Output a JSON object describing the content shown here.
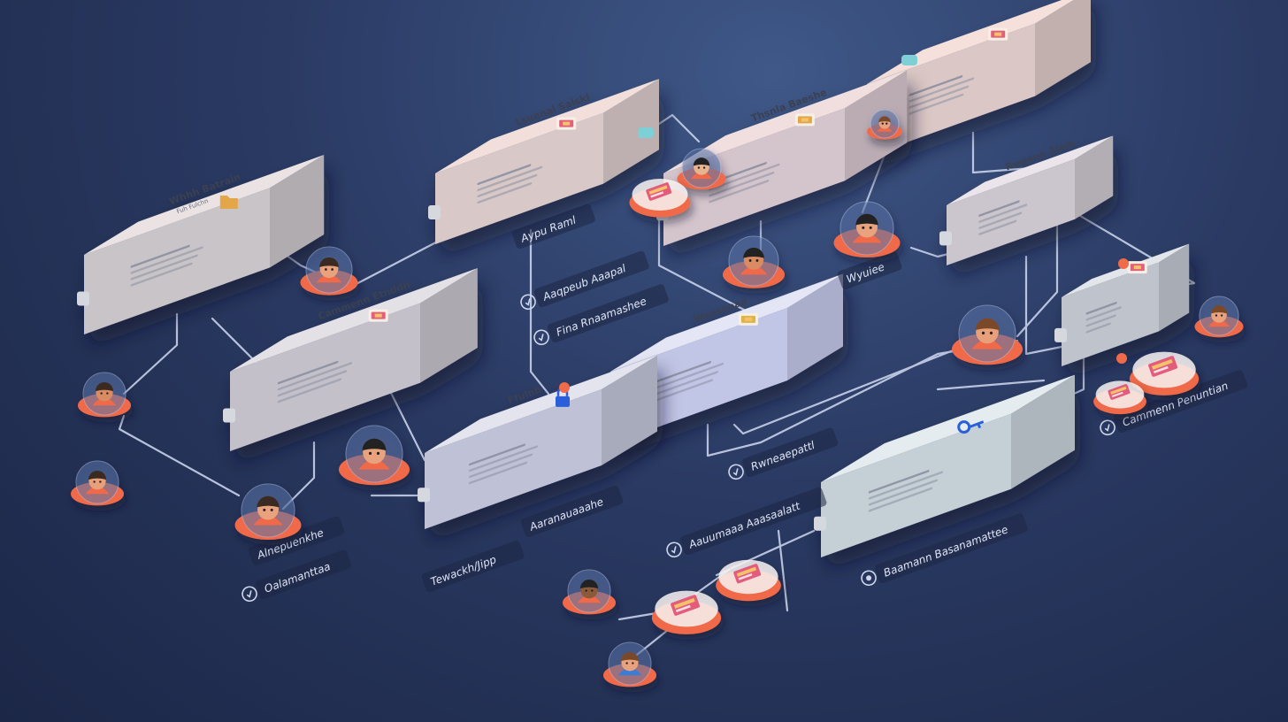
{
  "theme": {
    "background": "#26345a",
    "connector": "#c9d2ea",
    "accent": "#f06b4a",
    "box_side": "#9a9fae"
  },
  "nodes": [
    {
      "id": "n1",
      "title": "Whhh Batrain",
      "subtitle": "Fuh Fulchn",
      "top": "#ebe3e3",
      "front": "#c9c4c8",
      "icon": "folder-icon",
      "icon_color": "#e3a648"
    },
    {
      "id": "n2",
      "title": "Lsuanal Salskl",
      "subtitle": "",
      "top": "#f2dfdb",
      "front": "#d8c8c8",
      "icon": "package-icon",
      "icon_color": "#e3607a"
    },
    {
      "id": "n3",
      "title": "Thsnla Baeshe",
      "subtitle": "",
      "top": "#f1dfe0",
      "front": "#d4c4cc",
      "icon": "package-icon",
      "icon_color": "#e3a648"
    },
    {
      "id": "n4",
      "title": "",
      "subtitle": "",
      "top": "#f5e0dc",
      "front": "#dbc8c6",
      "icon": "package-icon",
      "icon_color": "#e3607a"
    },
    {
      "id": "n5",
      "title": "Cammenn Etnddh",
      "subtitle": "",
      "top": "#e4e1e6",
      "front": "#c3c0c9",
      "icon": "package-icon",
      "icon_color": "#e3607a"
    },
    {
      "id": "n6",
      "title": "Rwasue Alem",
      "subtitle": "",
      "top": "#ebe4ea",
      "front": "#cbc5cd",
      "icon": "",
      "icon_color": ""
    },
    {
      "id": "n7",
      "title": "Weesnoaa",
      "subtitle": "",
      "top": "#e4e5f5",
      "front": "#c2c6e6",
      "icon": "package-icon",
      "icon_color": "#e0b34a"
    },
    {
      "id": "n8",
      "title": "Ffulnh",
      "subtitle": "",
      "top": "#e3e4ee",
      "front": "#bfc2d6",
      "icon": "lock-icon",
      "icon_color": "#2b5fd9"
    },
    {
      "id": "n9",
      "title": "",
      "subtitle": "",
      "top": "#e2e5ea",
      "front": "#bfc4cc",
      "icon": "package-icon",
      "icon_color": "#e3607a"
    },
    {
      "id": "n10",
      "title": "",
      "subtitle": "",
      "top": "#e4ecef",
      "front": "#c4cfd6",
      "icon": "key-icon",
      "icon_color": "#2b5fd9"
    }
  ],
  "labels": [
    {
      "id": "l1",
      "text": "Aypu Raml",
      "icon": ""
    },
    {
      "id": "l2",
      "text": "Aaqpeub Aaapal",
      "icon": "check-icon"
    },
    {
      "id": "l3",
      "text": "Fina Rnaamashee",
      "icon": "check-icon"
    },
    {
      "id": "l4",
      "text": "Wyuiee",
      "icon": ""
    },
    {
      "id": "l5",
      "text": "Rwneaepattl",
      "icon": "link-icon"
    },
    {
      "id": "l6",
      "text": "Aaranauaaahe",
      "icon": ""
    },
    {
      "id": "l7",
      "text": "Tewackh/Jipp",
      "icon": ""
    },
    {
      "id": "l8",
      "text": "Alnepuenkhe",
      "icon": ""
    },
    {
      "id": "l9",
      "text": "Oalamanttaa",
      "icon": "check-icon"
    },
    {
      "id": "l10",
      "text": "Cammenn Penuntian",
      "icon": "check-icon"
    },
    {
      "id": "l11",
      "text": "Baamann Basanamattee",
      "icon": "gear-icon"
    },
    {
      "id": "l12",
      "text": "Aauumaaa Aaasaalatt",
      "icon": "check-icon"
    }
  ],
  "avatars": [
    {
      "id": "a1",
      "hair": "#3b2b22",
      "skin": "#e8a37e",
      "shirt": "#f06b4a"
    },
    {
      "id": "a2",
      "hair": "#3b2b22",
      "skin": "#d98c63",
      "shirt": "#f06b4a"
    },
    {
      "id": "a3",
      "hair": "#3b2b22",
      "skin": "#e7a07a",
      "shirt": "#f06b4a"
    },
    {
      "id": "a4",
      "hair": "#3b2b22",
      "skin": "#e8a37e",
      "shirt": "#f06b4a"
    },
    {
      "id": "a5",
      "hair": "#222222",
      "skin": "#e8a37e",
      "shirt": "#f06b4a"
    },
    {
      "id": "a6",
      "hair": "#222222",
      "skin": "#d98c63",
      "shirt": "#f06b4a"
    },
    {
      "id": "a7",
      "hair": "#222222",
      "skin": "#e8a37e",
      "shirt": "#f06b4a"
    },
    {
      "id": "a8",
      "hair": "#7a4a2a",
      "skin": "#e7a07a",
      "shirt": "#f06b4a"
    },
    {
      "id": "a9",
      "hair": "#222222",
      "skin": "#e8b48e",
      "shirt": "#f06b4a"
    },
    {
      "id": "a10",
      "hair": "#7a4a2a",
      "skin": "#e8a37e",
      "shirt": "#f06b4a"
    },
    {
      "id": "a11",
      "hair": "#222222",
      "skin": "#8a5a3a",
      "shirt": "#f06b4a"
    },
    {
      "id": "a12",
      "hair": "#7a4a2a",
      "skin": "#e8a37e",
      "shirt": "#3a7bd5"
    },
    {
      "id": "a13",
      "hair": "#7a4a2a",
      "skin": "#e8a37e",
      "shirt": "#f06b4a"
    }
  ],
  "doc_badges": [
    {
      "id": "d1"
    },
    {
      "id": "d2"
    },
    {
      "id": "d3"
    },
    {
      "id": "d4"
    },
    {
      "id": "d5"
    }
  ]
}
